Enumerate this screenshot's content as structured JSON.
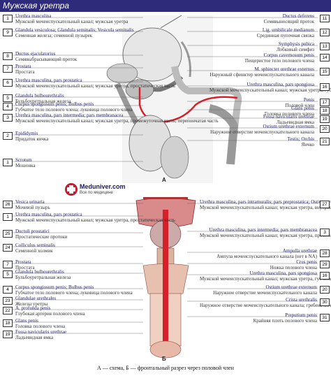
{
  "title": "Мужская уретра",
  "logo": {
    "brand": "Meduniver.com",
    "tagline": "Все по медицине"
  },
  "caption": "А — схема, Б — фронтальный разрез через половой член",
  "letters": {
    "a": "А",
    "b": "Б"
  },
  "panel_a": {
    "left": [
      {
        "num": "1",
        "lat": "Urethra masculina",
        "ru": "Мужской мочеиспускательный канал; мужская уретра"
      },
      {
        "num": "9",
        "lat": "Glandula vesiculosa; Glandula seminalis; Vesicula seminalis",
        "ru": "Семенная железа; семенной пузырек"
      },
      {
        "num": "8",
        "lat": "Ductus ejaculatorius",
        "ru": "Семявыбрасывающий проток"
      },
      {
        "num": "7",
        "lat": "Prostata",
        "ru": "Простата"
      },
      {
        "num": "6",
        "lat": "Urethra masculina, pars prostatica",
        "ru": "Мужской мочеиспускательный канал; мужская уретра, простатическая часть"
      },
      {
        "num": "5",
        "lat": "Glandula bulbourethralis",
        "ru": "Бульбоуретральная железа"
      },
      {
        "num": "4",
        "lat": "Corpus spongiosum penis; Bulbus penis",
        "ru": "Губчатое тело полового члена; луковица полового члена"
      },
      {
        "num": "3",
        "lat": "Urethra masculina, pars intermedia; pars membranacea",
        "ru": "Мужской мочеиспускательный канал; мужская уретра, промежуточная часть; перепончатая часть"
      },
      {
        "num": "2",
        "lat": "Epididymis",
        "ru": "Придаток яичка"
      },
      {
        "num": "1",
        "lat": "Scrotum",
        "ru": "Мошонка"
      }
    ],
    "right": [
      {
        "num": "11",
        "lat": "Ductus deferens",
        "ru": "Семявыносящий проток"
      },
      {
        "num": "12",
        "lat": "Lig. umbilicale medianum",
        "ru": "Срединная пупочная связка"
      },
      {
        "num": "13",
        "lat": "Symphysis pubica",
        "ru": "Лобковый симфиз"
      },
      {
        "num": "14",
        "lat": "Corpus cavernosum penis",
        "ru": "Пещеристое тело полового члена"
      },
      {
        "num": "15",
        "lat": "M. sphincter urethrae externus",
        "ru": "Наружный сфинктер мочеиспускательного канала"
      },
      {
        "num": "16",
        "lat": "Urethra masculina, pars spongiosa",
        "ru": "Мужской мочеиспускательный канал; мужская уретра, губчатая часть"
      },
      {
        "num": "17",
        "lat": "Penis",
        "ru": "Половой член"
      },
      {
        "num": "18",
        "lat": "Glans penis",
        "ru": "Головка полового члена"
      },
      {
        "num": "19",
        "lat": "Fossa navicularis urethrae",
        "ru": "Ладьевидная ямка"
      },
      {
        "num": "20",
        "lat": "Ostium urethrae externum",
        "ru": "Наружное отверстие мочеиспускательного канала"
      },
      {
        "num": "21",
        "lat": "Testis; Orchis",
        "ru": "Яичко"
      }
    ]
  },
  "panel_b": {
    "left": [
      {
        "num": "26",
        "lat": "Vesica urinaria",
        "ru": "Мочевой пузырь"
      },
      {
        "num": "1",
        "lat": "Urethra masculina, pars prostatica",
        "ru": "Мужской мочеиспускательный канал; мужская уретра, простатическая часть"
      },
      {
        "num": "25",
        "lat": "Ductuli prostatici",
        "ru": "Простатические протоки"
      },
      {
        "num": "24",
        "lat": "Colliculus seminalis",
        "ru": "Семенной холмик"
      },
      {
        "num": "7",
        "lat": "Prostata",
        "ru": "Простата"
      },
      {
        "num": "5",
        "lat": "Glandula bulbourethralis",
        "ru": "Бульбоуретральная железа"
      },
      {
        "num": "4",
        "lat": "Corpus spongiosum penis; Bulbus penis",
        "ru": "Губчатое тело полового члена; луковица полового члена"
      },
      {
        "num": "23",
        "lat": "Glandulae urethrales",
        "ru": "Железы уретры"
      },
      {
        "num": "22",
        "lat": "A. profunda penis",
        "ru": "Глубокая артерия полового члена"
      },
      {
        "num": "18",
        "lat": "Glans penis",
        "ru": "Головка полового члена"
      },
      {
        "num": "19",
        "lat": "Fossa navicularis urethrae",
        "ru": "Ладьевидная ямка"
      }
    ],
    "right": [
      {
        "num": "27",
        "lat": "Urethra masculina, pars intramuralis; pars preprostatica; Ostium urethrae internum",
        "ru": "Мужской мочеиспускательный канал; мужская уретра, внутристеночная часть; внутреннее отверстие мочеиспускательного канала"
      },
      {
        "num": "3",
        "lat": "Urethra masculina, pars intermedia; pars membranacea",
        "ru": "Мужской мочеиспускательный канал; мужская уретра, промежуточная часть; перепончатая часть"
      },
      {
        "num": "28",
        "lat": "Ampulla urethrae",
        "ru": "Ампула мочеиспускательного канала (нет в NA)"
      },
      {
        "num": "29",
        "lat": "Crus penis",
        "ru": "Ножка полового члена"
      },
      {
        "num": "16",
        "lat": "Urethra masculina, pars spongiosa",
        "ru": "Мужской мочеиспускательный канал; мужская уретра, губчатая часть"
      },
      {
        "num": "20",
        "lat": "Ostium urethrae externum",
        "ru": "Наружное отверстие мочеиспускательного канала"
      },
      {
        "num": "30",
        "lat": "Crista urethralis",
        "ru": "Наружное отверстие мочеиспускательного канала; гребень мочеиспускательного канала"
      },
      {
        "num": "31",
        "lat": "Preputium penis",
        "ru": "Крайняя плоть полового члена"
      }
    ]
  },
  "colors": {
    "header": "#2e2b7a",
    "urethra": "#d6202a",
    "tissue": "#c8c8c8",
    "flesh": "#d98a8a"
  }
}
